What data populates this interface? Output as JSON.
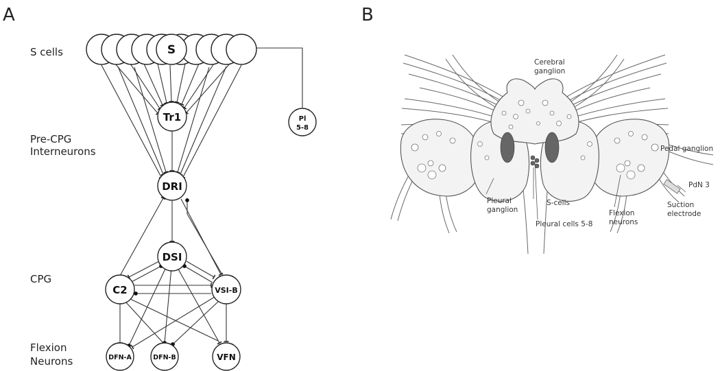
{
  "panels": {
    "a": "A",
    "b": "B"
  },
  "rows": {
    "s_cells": "S cells",
    "precpg_1": "Pre-CPG",
    "precpg_2": "Interneurons",
    "cpg": "CPG",
    "flexion_1": "Flexion",
    "flexion_2": "Neurons"
  },
  "nodes": {
    "s": "S",
    "tr1": "Tr1",
    "pl_1": "Pl",
    "pl_2": "5-8",
    "dri": "DRI",
    "dsi": "DSI",
    "c2": "C2",
    "vsib": "VSI-B",
    "dfna": "DFN-A",
    "dfnb": "DFN-B",
    "vfn": "VFN"
  },
  "anatomy": {
    "cerebral_1": "Cerebral",
    "cerebral_2": "ganglion",
    "pedal": "Pedal ganglion",
    "pdn": "PdN 3",
    "pleural_1": "Pleural",
    "pleural_2": "ganglion",
    "scells": "S-cells",
    "pleural_cells": "Pleural cells 5-8",
    "flexion_1": "Flexion",
    "flexion_2": "neurons",
    "suction_1": "Suction",
    "suction_2": "electrode"
  }
}
